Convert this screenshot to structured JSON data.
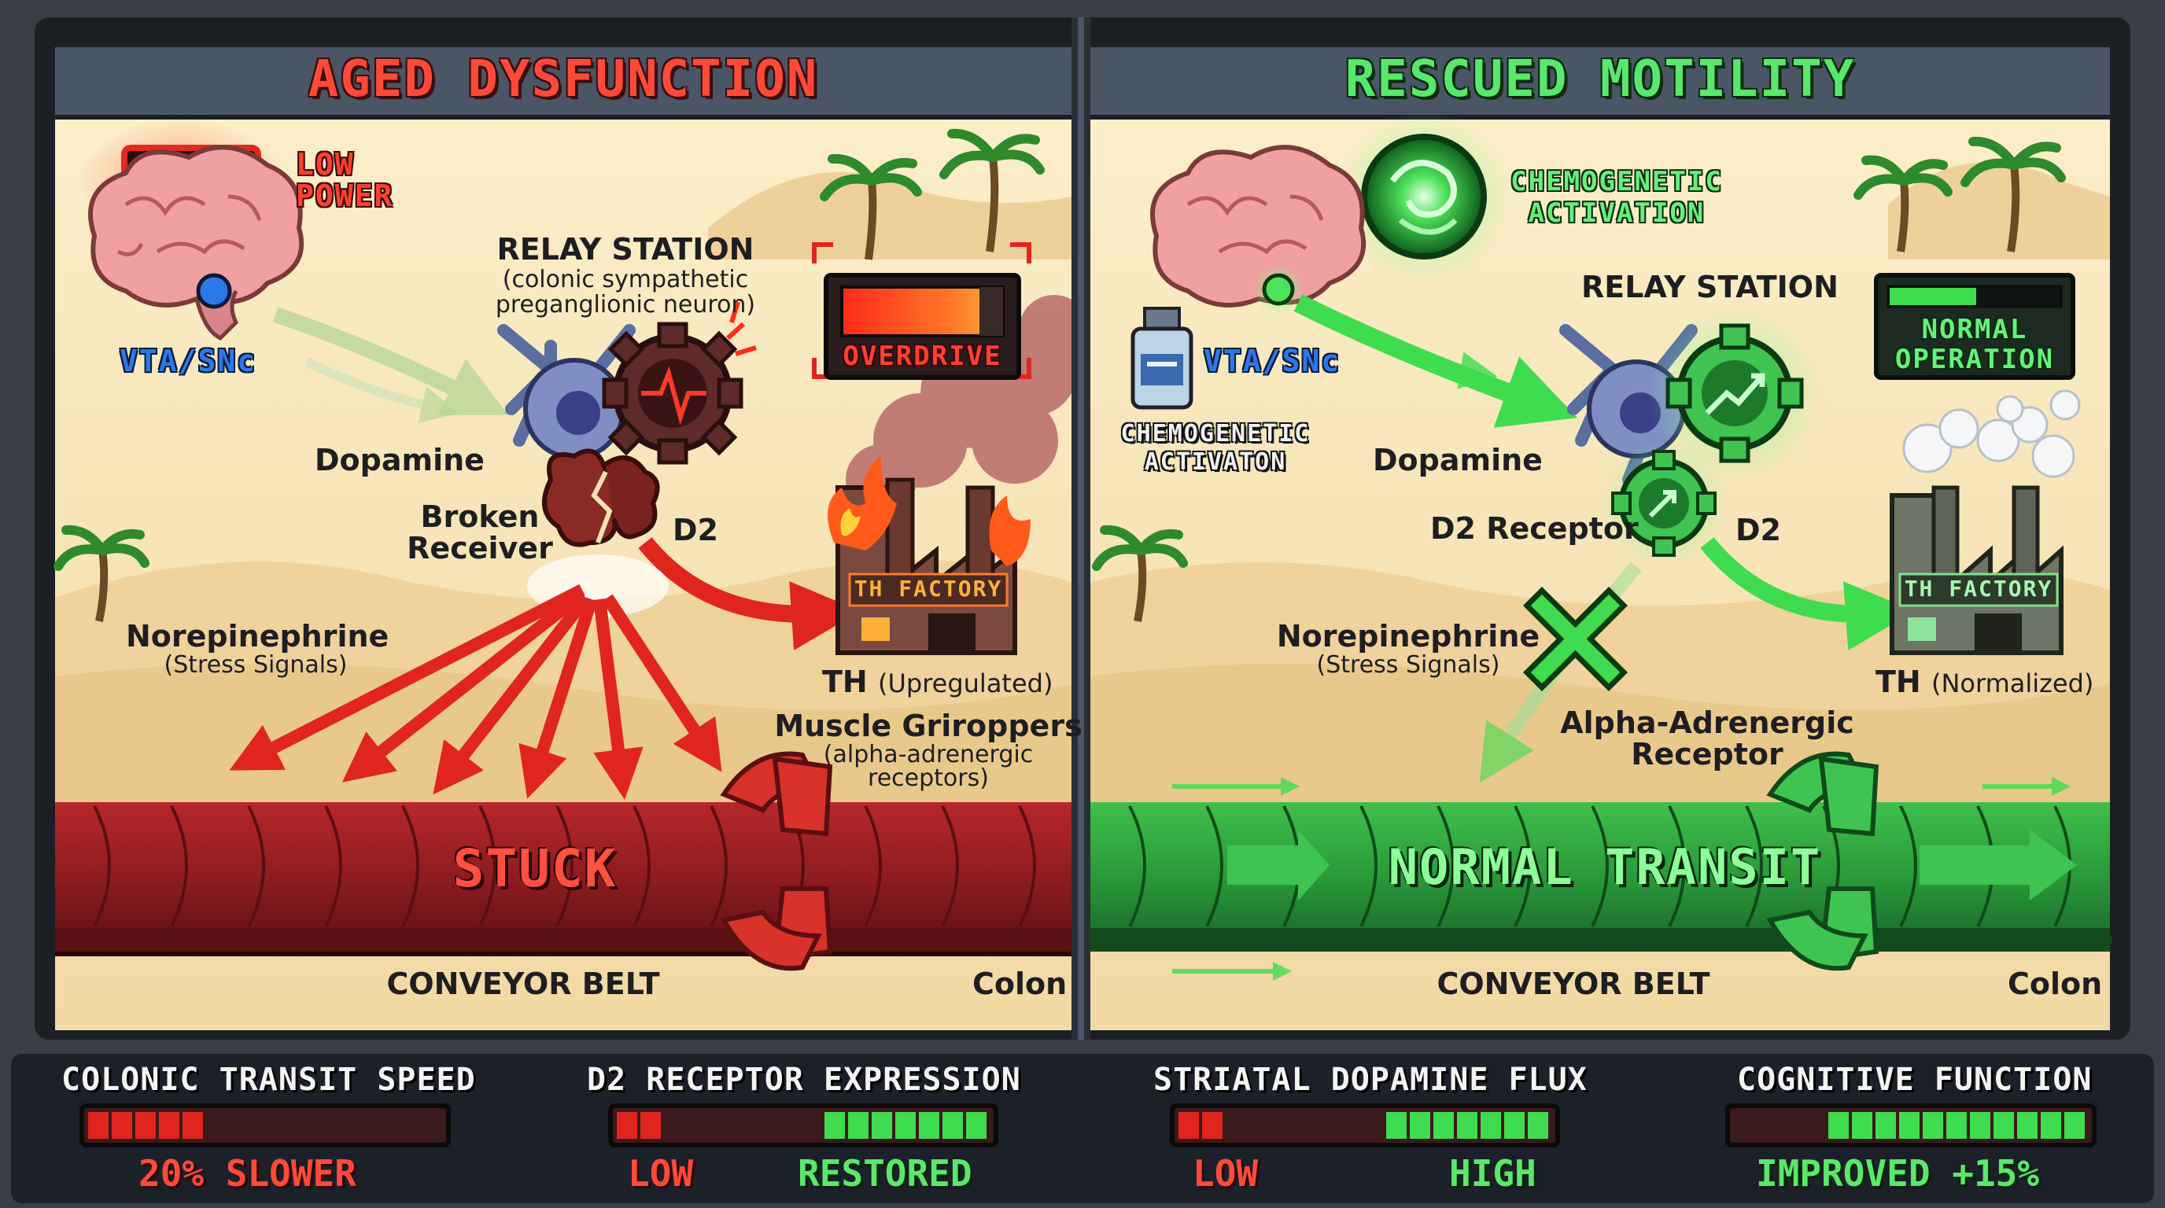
{
  "colors": {
    "bezel": "#3a3f47",
    "sand": "#f6e3b5",
    "aged_red": "#d8322a",
    "rescued_green": "#3fc451",
    "title_red": "#ff4a3a",
    "title_green": "#59e86b",
    "pixel_blue": "#2d78e8"
  },
  "left_panel": {
    "title": "AGED DYSFUNCTION",
    "battery_label_1": "LOW",
    "battery_label_2": "POWER",
    "vta_label": "VTA/SNc",
    "relay_title": "RELAY STATION",
    "relay_sub_1": "(colonic sympathetic",
    "relay_sub_2": "preganglionic neuron)",
    "gauge_label": "OVERDRIVE",
    "dopamine_label": "Dopamine",
    "broken_label_1": "Broken",
    "broken_label_2": "Receiver",
    "d2_label": "D2",
    "factory_sign": "TH FACTORY",
    "th_label": "TH",
    "th_status": "(Upregulated)",
    "ne_label": "Norepinephrine",
    "ne_sub": "(Stress Signals)",
    "muscle_label": "Muscle Griroppers",
    "muscle_sub_1": "(alpha-adrenergic",
    "muscle_sub_2": "receptors)",
    "belt_state": "STUCK",
    "belt_label": "CONVEYOR BELT",
    "colon_label": "Colon",
    "icons": [
      "brain-icon",
      "battery-icon",
      "neuron-icon",
      "gear-icon",
      "broken-receptor-icon",
      "factory-icon",
      "palm-tree-icon"
    ]
  },
  "right_panel": {
    "title": "RESCUED MOTILITY",
    "activation_label_1": "CHEMOGENETIC",
    "activation_label_2": "ACTIVATION",
    "vta_label": "VTA/SNc",
    "vial_label_1": "CHEMOGENETIC",
    "vial_label_2": "ACTIVATON",
    "relay_title": "RELAY STATION",
    "status_label_1": "NORMAL",
    "status_label_2": "OPERATION",
    "dopamine_label": "Dopamine",
    "d2_receptor_label": "D2 Receptor",
    "d2_label": "D2",
    "factory_sign": "TH FACTORY",
    "th_label": "TH",
    "th_status": "(Normalized)",
    "ne_label": "Norepinephrine",
    "ne_sub": "(Stress Signals)",
    "alpha_label_1": "Alpha-Adrenergic",
    "alpha_label_2": "Receptor",
    "belt_state": "NORMAL TRANSIT",
    "belt_label": "CONVEYOR BELT",
    "colon_label": "Colon",
    "icons": [
      "brain-icon",
      "swirl-orb-icon",
      "vial-icon",
      "neuron-icon",
      "gear-icon",
      "factory-icon",
      "steam-icon",
      "x-block-icon"
    ]
  },
  "stats": [
    {
      "title": "COLONIC TRANSIT SPEED",
      "left_text": "20% SLOWER",
      "right_text": "",
      "red_fill": 0.3,
      "green_fill": 0
    },
    {
      "title": "D2 RECEPTOR EXPRESSION",
      "left_text": "LOW",
      "right_text": "RESTORED",
      "red_fill": 0.15,
      "green_fill": 0.47
    },
    {
      "title": "STRIATAL DOPAMINE FLUX",
      "left_text": "LOW",
      "right_text": "HIGH",
      "red_fill": 0.15,
      "green_fill": 0.47
    },
    {
      "title": "COGNITIVE FUNCTION",
      "left_text": "",
      "right_text": "IMPROVED +15%",
      "red_fill": 0,
      "green_fill": 0.75
    }
  ]
}
